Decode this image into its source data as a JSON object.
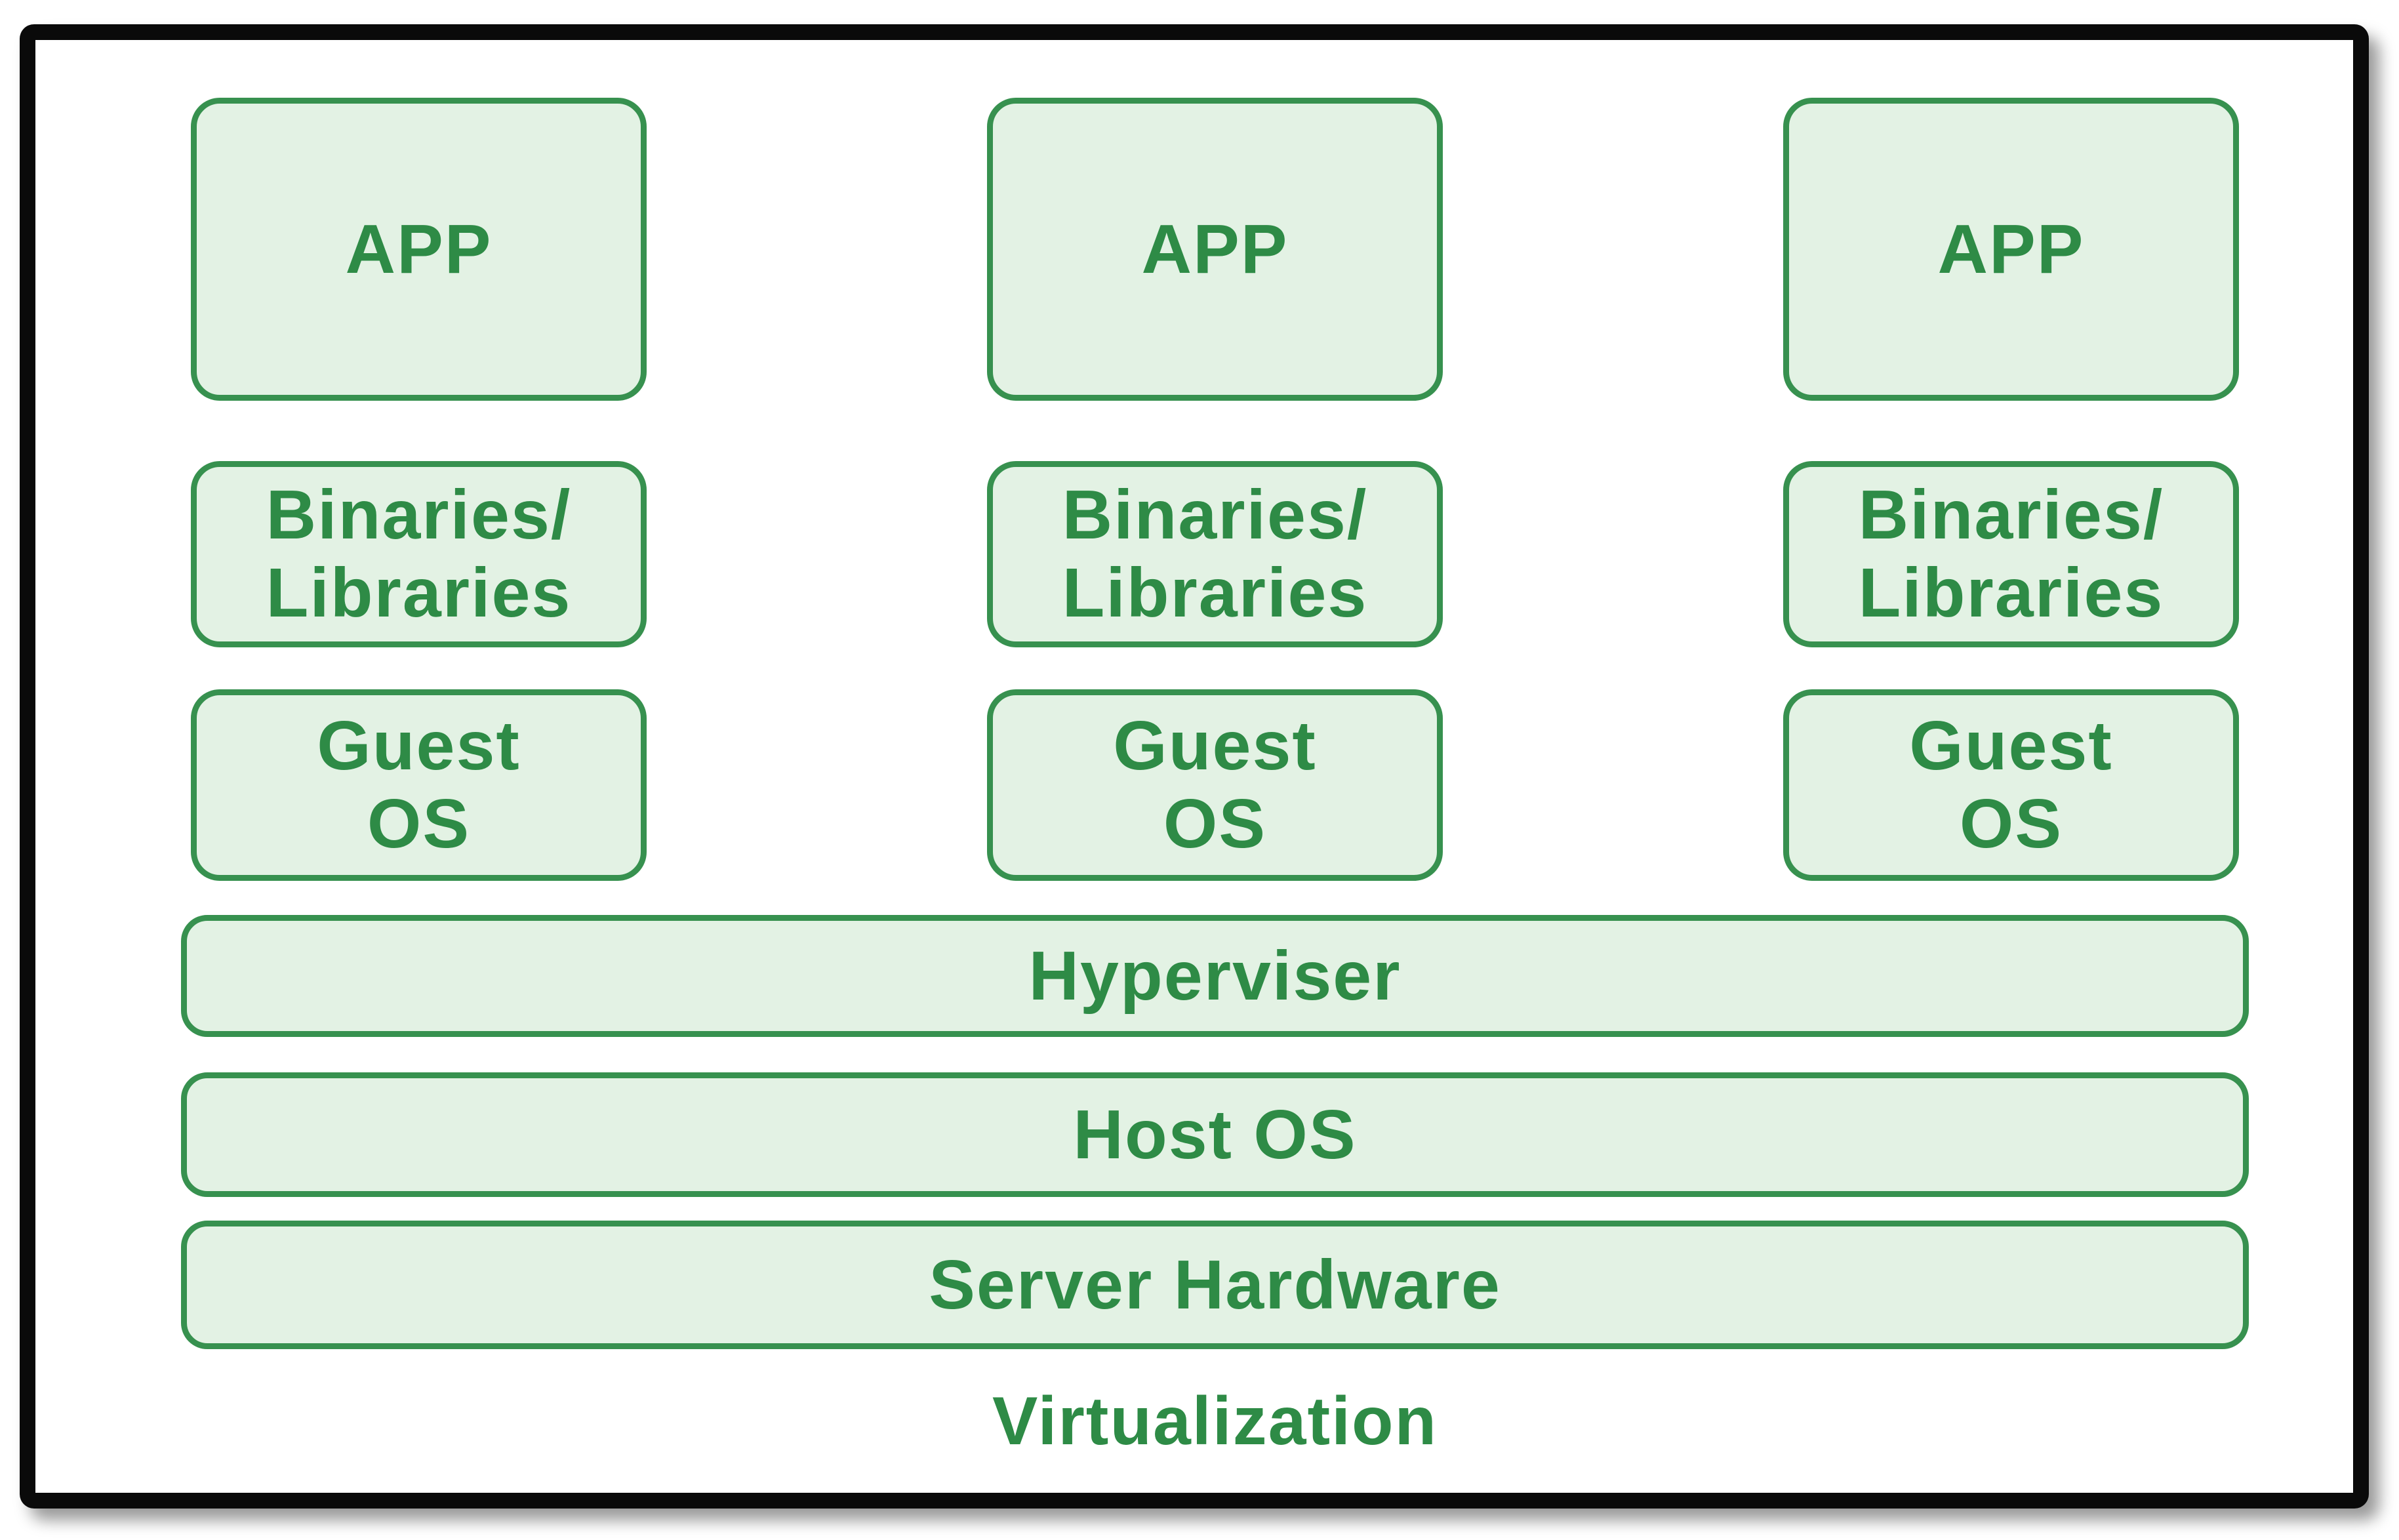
{
  "diagram": {
    "caption": "Virtualization",
    "columns": [
      {
        "app": "APP",
        "binaries_line1": "Binaries/",
        "binaries_line2": "Libraries",
        "guest_line1": "Guest",
        "guest_line2": "OS"
      },
      {
        "app": "APP",
        "binaries_line1": "Binaries/",
        "binaries_line2": "Libraries",
        "guest_line1": "Guest",
        "guest_line2": "OS"
      },
      {
        "app": "APP",
        "binaries_line1": "Binaries/",
        "binaries_line2": "Libraries",
        "guest_line1": "Guest",
        "guest_line2": "OS"
      }
    ],
    "layers": {
      "hypervisor": "Hyperviser",
      "host_os": "Host OS",
      "server_hardware": "Server Hardware"
    },
    "colors": {
      "box_fill": "#e3f2e4",
      "box_border": "#37914f",
      "text_green": "#2e8b46",
      "frame": "#0a0a0a"
    }
  }
}
